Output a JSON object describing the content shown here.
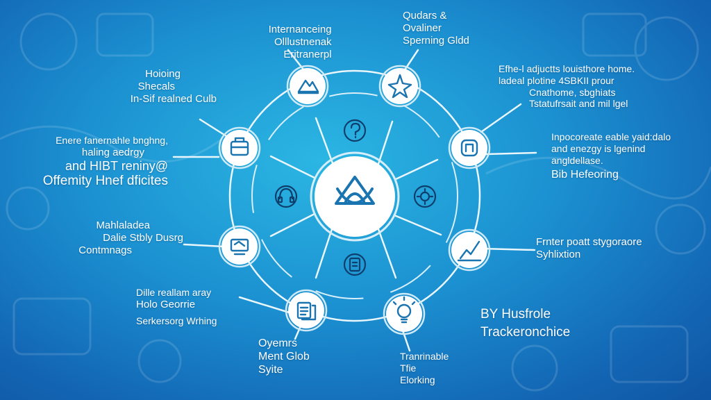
{
  "labels": {
    "top_left_a": [
      "Internanceing",
      "Olllustnenak",
      "Eritranerpl"
    ],
    "top_right_a": [
      "Qudars &",
      "Ovaliner",
      "Sperning Gldd"
    ],
    "left_upper": [
      "Hoioing",
      "Shecals",
      "In-Sif realned Culb"
    ],
    "right_upper": [
      "Efhe-l adjuctts louisthore home.",
      "ladeal plotine 4SBKII prour",
      "Cnathome, sbghiats",
      "Tstatufrsait and mil lgel"
    ],
    "left_middle": [
      "Enere fanernahle bnghng,",
      "haling aedrgy",
      "and HIBT reniny@",
      "Offemity Hnef dficites"
    ],
    "right_middle": [
      "Inpocoreate eable yaid:dalo",
      "and enezgy is lgenind",
      "angldellase.",
      "Bib Hefeoring"
    ],
    "left_lower": [
      "Mahlaladea",
      "Dalie Stbly Dusrg",
      "Contmnags"
    ],
    "right_lower": [
      "Frnter poatt stygoraore",
      "Syhlixtion"
    ],
    "left_bottom": [
      "Dille reallam aray",
      "Holo Georrie",
      "Serkersorg Wrhing"
    ],
    "right_bottom": [
      "BY Husfrole",
      "Trackeronchice"
    ],
    "bottom_left": [
      "Oyemrs",
      "Ment Glob",
      "Syite"
    ],
    "bottom_right": [
      "Tranrinable",
      "Tfie",
      "Elorking"
    ]
  },
  "icons": {
    "center": "star-logo-icon",
    "nodes": [
      "mountain-icon",
      "starfish-icon",
      "chip-icon",
      "trend-chart-icon",
      "lightbulb-icon",
      "document-stack-icon",
      "monitor-icon",
      "briefcase-icon"
    ],
    "inner": [
      "question-icon",
      "headset-icon",
      "gear-icon",
      "clipboard-icon"
    ]
  },
  "colors": {
    "background_center": "#2bb6e3",
    "background_edge": "#0f55a3",
    "line": "#e9f6fc",
    "node_fill": "#ffffff",
    "icon": "#1a74b0"
  }
}
